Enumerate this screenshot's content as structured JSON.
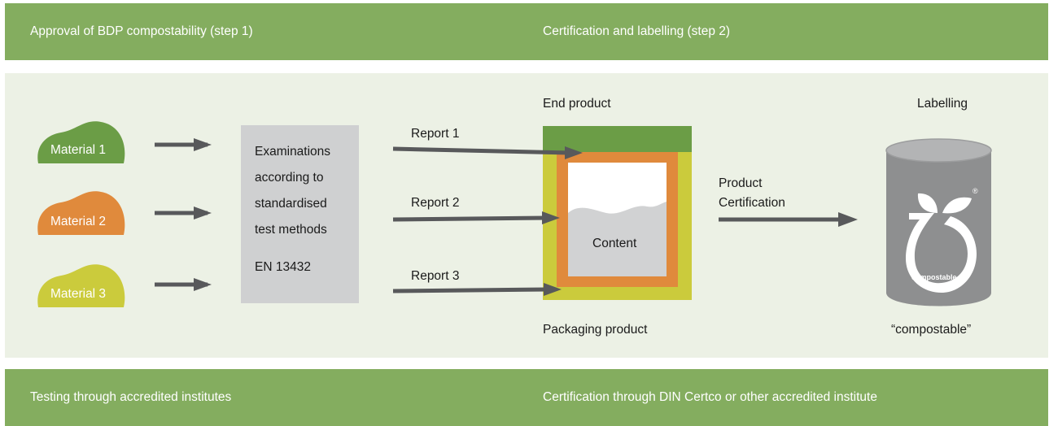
{
  "colors": {
    "band_green": "#84ad5f",
    "panel_bg": "#ecf1e5",
    "material_1": "#6b9d46",
    "material_2": "#e08a3c",
    "material_3": "#cbcb3c",
    "exam_box": "#cfd0d1",
    "arrow": "#58595b",
    "product_top": "#6b9d46",
    "product_inner_frame": "#e08a3c",
    "product_outer_frame": "#cbcb3c",
    "content": "#d1d2d3",
    "can": "#8e8f90"
  },
  "top_band": {
    "step1": "Approval of BDP compostability (step 1)",
    "step2": "Certification and labelling (step 2)"
  },
  "bottom_band": {
    "left": "Testing through accredited institutes",
    "right": "Certification through DIN Certco or other accredited institute"
  },
  "materials": [
    {
      "label": "Material 1",
      "icon": "mound-icon"
    },
    {
      "label": "Material 2",
      "icon": "mound-icon"
    },
    {
      "label": "Material 3",
      "icon": "mound-icon"
    }
  ],
  "examinations": {
    "lines": [
      "Examinations",
      "according to",
      "standardised",
      "test methods"
    ],
    "standard": "EN 13432"
  },
  "reports": [
    "Report 1",
    "Report 2",
    "Report 3"
  ],
  "end_product": {
    "title": "End product",
    "content": "Content",
    "packaging": "Packaging product"
  },
  "certification": {
    "line1": "Product",
    "line2": "Certification"
  },
  "labelling": {
    "title": "Labelling",
    "caption": "“compostable”",
    "can_text": "compostable",
    "registered": "®",
    "icon": "seedling-logo-icon"
  }
}
